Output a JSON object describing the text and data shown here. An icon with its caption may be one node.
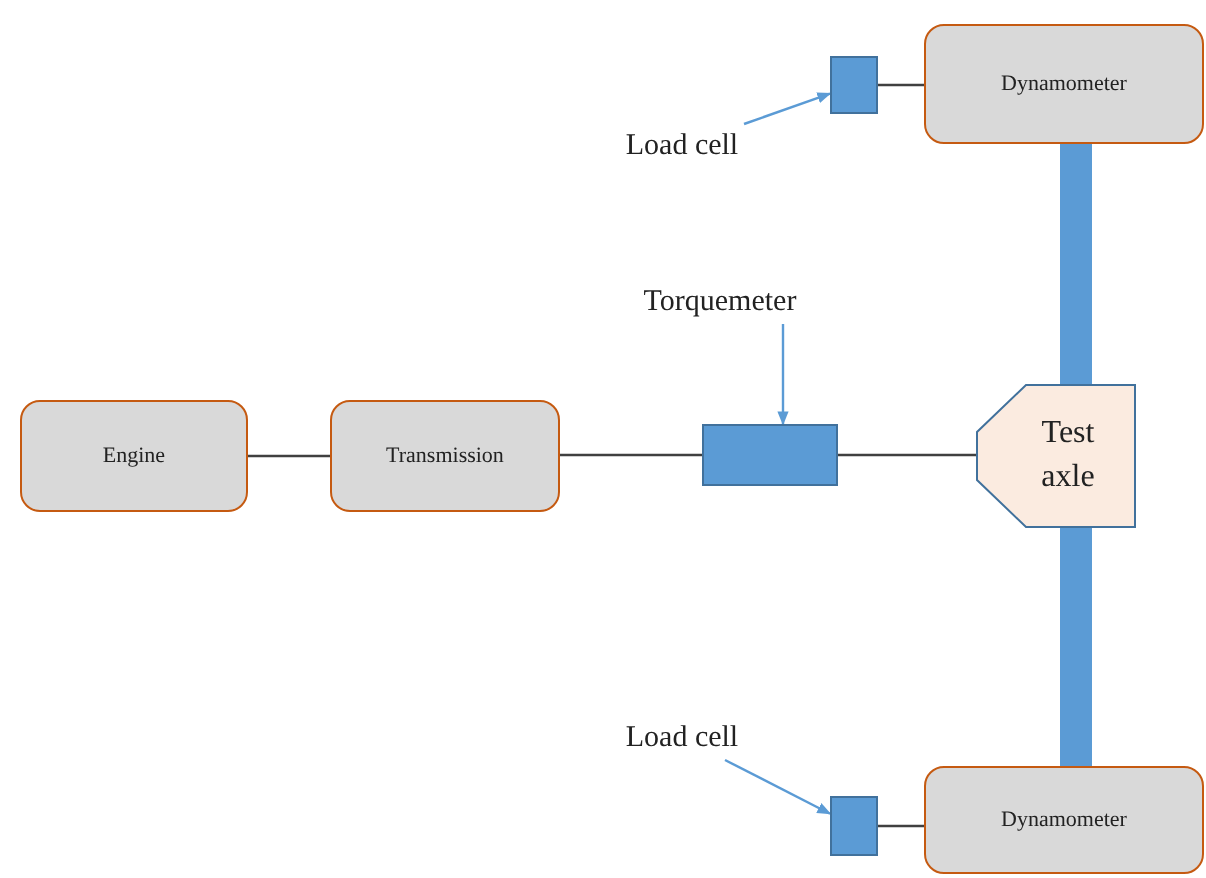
{
  "diagram": {
    "nodes": [
      {
        "text": [
          "Engine"
        ]
      },
      {
        "text": [
          "Transmission"
        ]
      },
      {
        "text": [
          "Torquemeter"
        ]
      },
      {
        "text": [],
        "shape": "box"
      },
      {
        "text": [
          "Test axle"
        ]
      },
      {
        "text": [
          "Dynamometer"
        ]
      },
      {
        "text": [],
        "shape": "box"
      },
      {
        "text": [
          "Load cell"
        ]
      },
      {
        "text": [
          "Dynamometer"
        ]
      },
      {
        "text": [],
        "shape": "box"
      },
      {
        "text": [
          "Load cell"
        ]
      }
    ],
    "edges": [
      {
        "from": 0,
        "to": 1,
        "arrow": "none"
      },
      {
        "from": 1,
        "to": 3,
        "arrow": "none"
      },
      {
        "from": 3,
        "to": 4,
        "arrow": "none"
      },
      {
        "from": 2,
        "to": 3,
        "arrow": "to",
        "color": "#5b9bd5"
      },
      {
        "from": 7,
        "to": 6,
        "arrow": "to",
        "color": "#5b9bd5"
      },
      {
        "from": 6,
        "to": 5,
        "arrow": "none"
      },
      {
        "from": 5,
        "to": 4,
        "arrow": "none",
        "style": "thick",
        "color": "#5b9bd5"
      },
      {
        "from": 4,
        "to": 8,
        "arrow": "none",
        "style": "thick",
        "color": "#5b9bd5"
      },
      {
        "from": 10,
        "to": 9,
        "arrow": "to",
        "color": "#5b9bd5"
      },
      {
        "from": 9,
        "to": 8,
        "arrow": "none"
      }
    ]
  }
}
